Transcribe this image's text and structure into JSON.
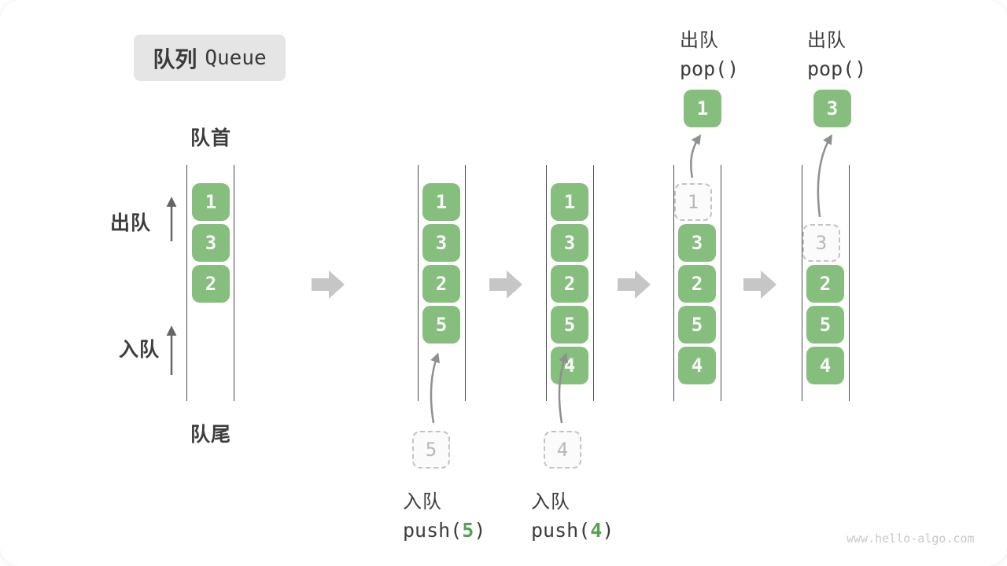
{
  "title": {
    "zh": "队列",
    "en": "Queue"
  },
  "labels": {
    "front": "队首",
    "rear": "队尾",
    "dequeue": "出队",
    "enqueue": "入队"
  },
  "colors": {
    "cell_green": "#86be7d",
    "code_green": "#55a255",
    "ghost_gray": "#b9b9b9",
    "rail_gray": "#4d4d4d",
    "block_arrow_gray": "#c6c6c6",
    "title_bg": "#e5e5e5"
  },
  "icons": {
    "up_arrow": "straight up arrow",
    "step_arrow": "right block arrow",
    "move_arrow": "curved up arrow"
  },
  "states": [
    {
      "cells": [
        "1",
        "3",
        "2"
      ]
    },
    {
      "cells": [
        "1",
        "3",
        "2",
        "5"
      ],
      "pending": {
        "value": "5",
        "action": "入队",
        "code_pre": "push(",
        "code_arg": "5",
        "code_post": ")"
      }
    },
    {
      "cells": [
        "1",
        "3",
        "2",
        "5",
        "4"
      ],
      "pending": {
        "value": "4",
        "action": "入队",
        "code_pre": "push(",
        "code_arg": "4",
        "code_post": ")"
      }
    },
    {
      "ghost": "1",
      "cells": [
        "3",
        "2",
        "5",
        "4"
      ],
      "popped": {
        "value": "1",
        "action": "出队",
        "code": "pop()"
      }
    },
    {
      "ghost": "3",
      "cells": [
        "2",
        "5",
        "4"
      ],
      "popped": {
        "value": "3",
        "action": "出队",
        "code": "pop()"
      }
    }
  ],
  "watermark": "www.hello-algo.com"
}
